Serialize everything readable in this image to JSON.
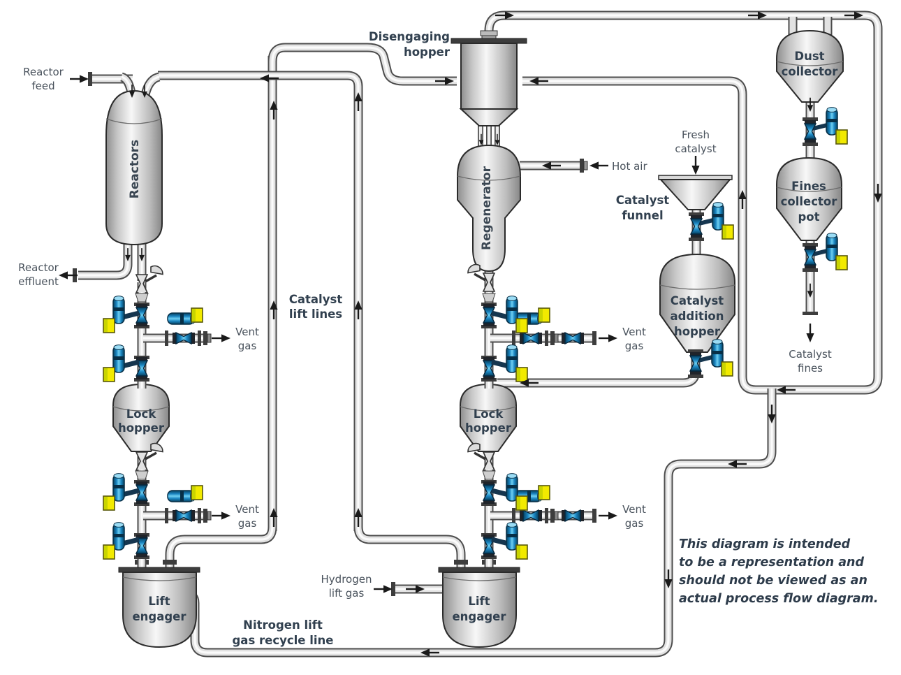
{
  "title": "Catalyst circulation process representation diagram",
  "colors": {
    "background": "#ffffff",
    "pipe_outline": "#4d4d4d",
    "pipe_fill": "#e2e2e2",
    "vessel_light": "#f7f7f7",
    "vessel_dark": "#8e8e8e",
    "valve_blue": "#1b86c2",
    "valve_blue_dark": "#06405f",
    "actuator_yellow": "#f2ea00",
    "text_dark": "#31404f",
    "arrow_black": "#1a1a1a"
  },
  "labels": {
    "reactor_feed": {
      "lines": [
        "Reactor",
        "feed"
      ]
    },
    "reactors": {
      "text": "Reactors"
    },
    "reactor_effluent": {
      "lines": [
        "Reactor",
        "effluent"
      ]
    },
    "disengaging_hopper": {
      "lines": [
        "Disengaging",
        "hopper"
      ]
    },
    "regenerator": {
      "text": "Regenerator"
    },
    "hot_air": {
      "text": "Hot air"
    },
    "fresh_catalyst": {
      "lines": [
        "Fresh",
        "catalyst"
      ]
    },
    "catalyst_funnel": {
      "lines": [
        "Catalyst",
        "funnel"
      ]
    },
    "catalyst_addition_hopper": {
      "lines": [
        "Catalyst",
        "addition",
        "hopper"
      ]
    },
    "dust_collector": {
      "lines": [
        "Dust",
        "collector"
      ]
    },
    "fines_collector_pot": {
      "lines": [
        "Fines",
        "collector",
        "pot"
      ]
    },
    "catalyst_fines": {
      "lines": [
        "Catalyst",
        "fines"
      ]
    },
    "catalyst_lift_lines": {
      "lines": [
        "Catalyst",
        "lift lines"
      ]
    },
    "lock_hopper_left": {
      "lines": [
        "Lock",
        "hopper"
      ]
    },
    "lock_hopper_right": {
      "lines": [
        "Lock",
        "hopper"
      ]
    },
    "lift_engager_left": {
      "lines": [
        "Lift",
        "engager"
      ]
    },
    "lift_engager_right": {
      "lines": [
        "Lift",
        "engager"
      ]
    },
    "vent_gas_reactor_upper": {
      "lines": [
        "Vent",
        "gas"
      ]
    },
    "vent_gas_reactor_lower": {
      "lines": [
        "Vent",
        "gas"
      ]
    },
    "vent_gas_regen_upper": {
      "lines": [
        "Vent",
        "gas"
      ]
    },
    "vent_gas_regen_lower": {
      "lines": [
        "Vent",
        "gas"
      ]
    },
    "hydrogen_lift_gas": {
      "lines": [
        "Hydrogen",
        "lift gas"
      ]
    },
    "nitrogen_recycle": {
      "lines": [
        "Nitrogen lift",
        "gas recycle line"
      ]
    },
    "disclaimer": {
      "lines": [
        "This diagram is intended",
        "to be a representation and",
        "should not be viewed as an",
        "actual process flow diagram."
      ]
    }
  }
}
